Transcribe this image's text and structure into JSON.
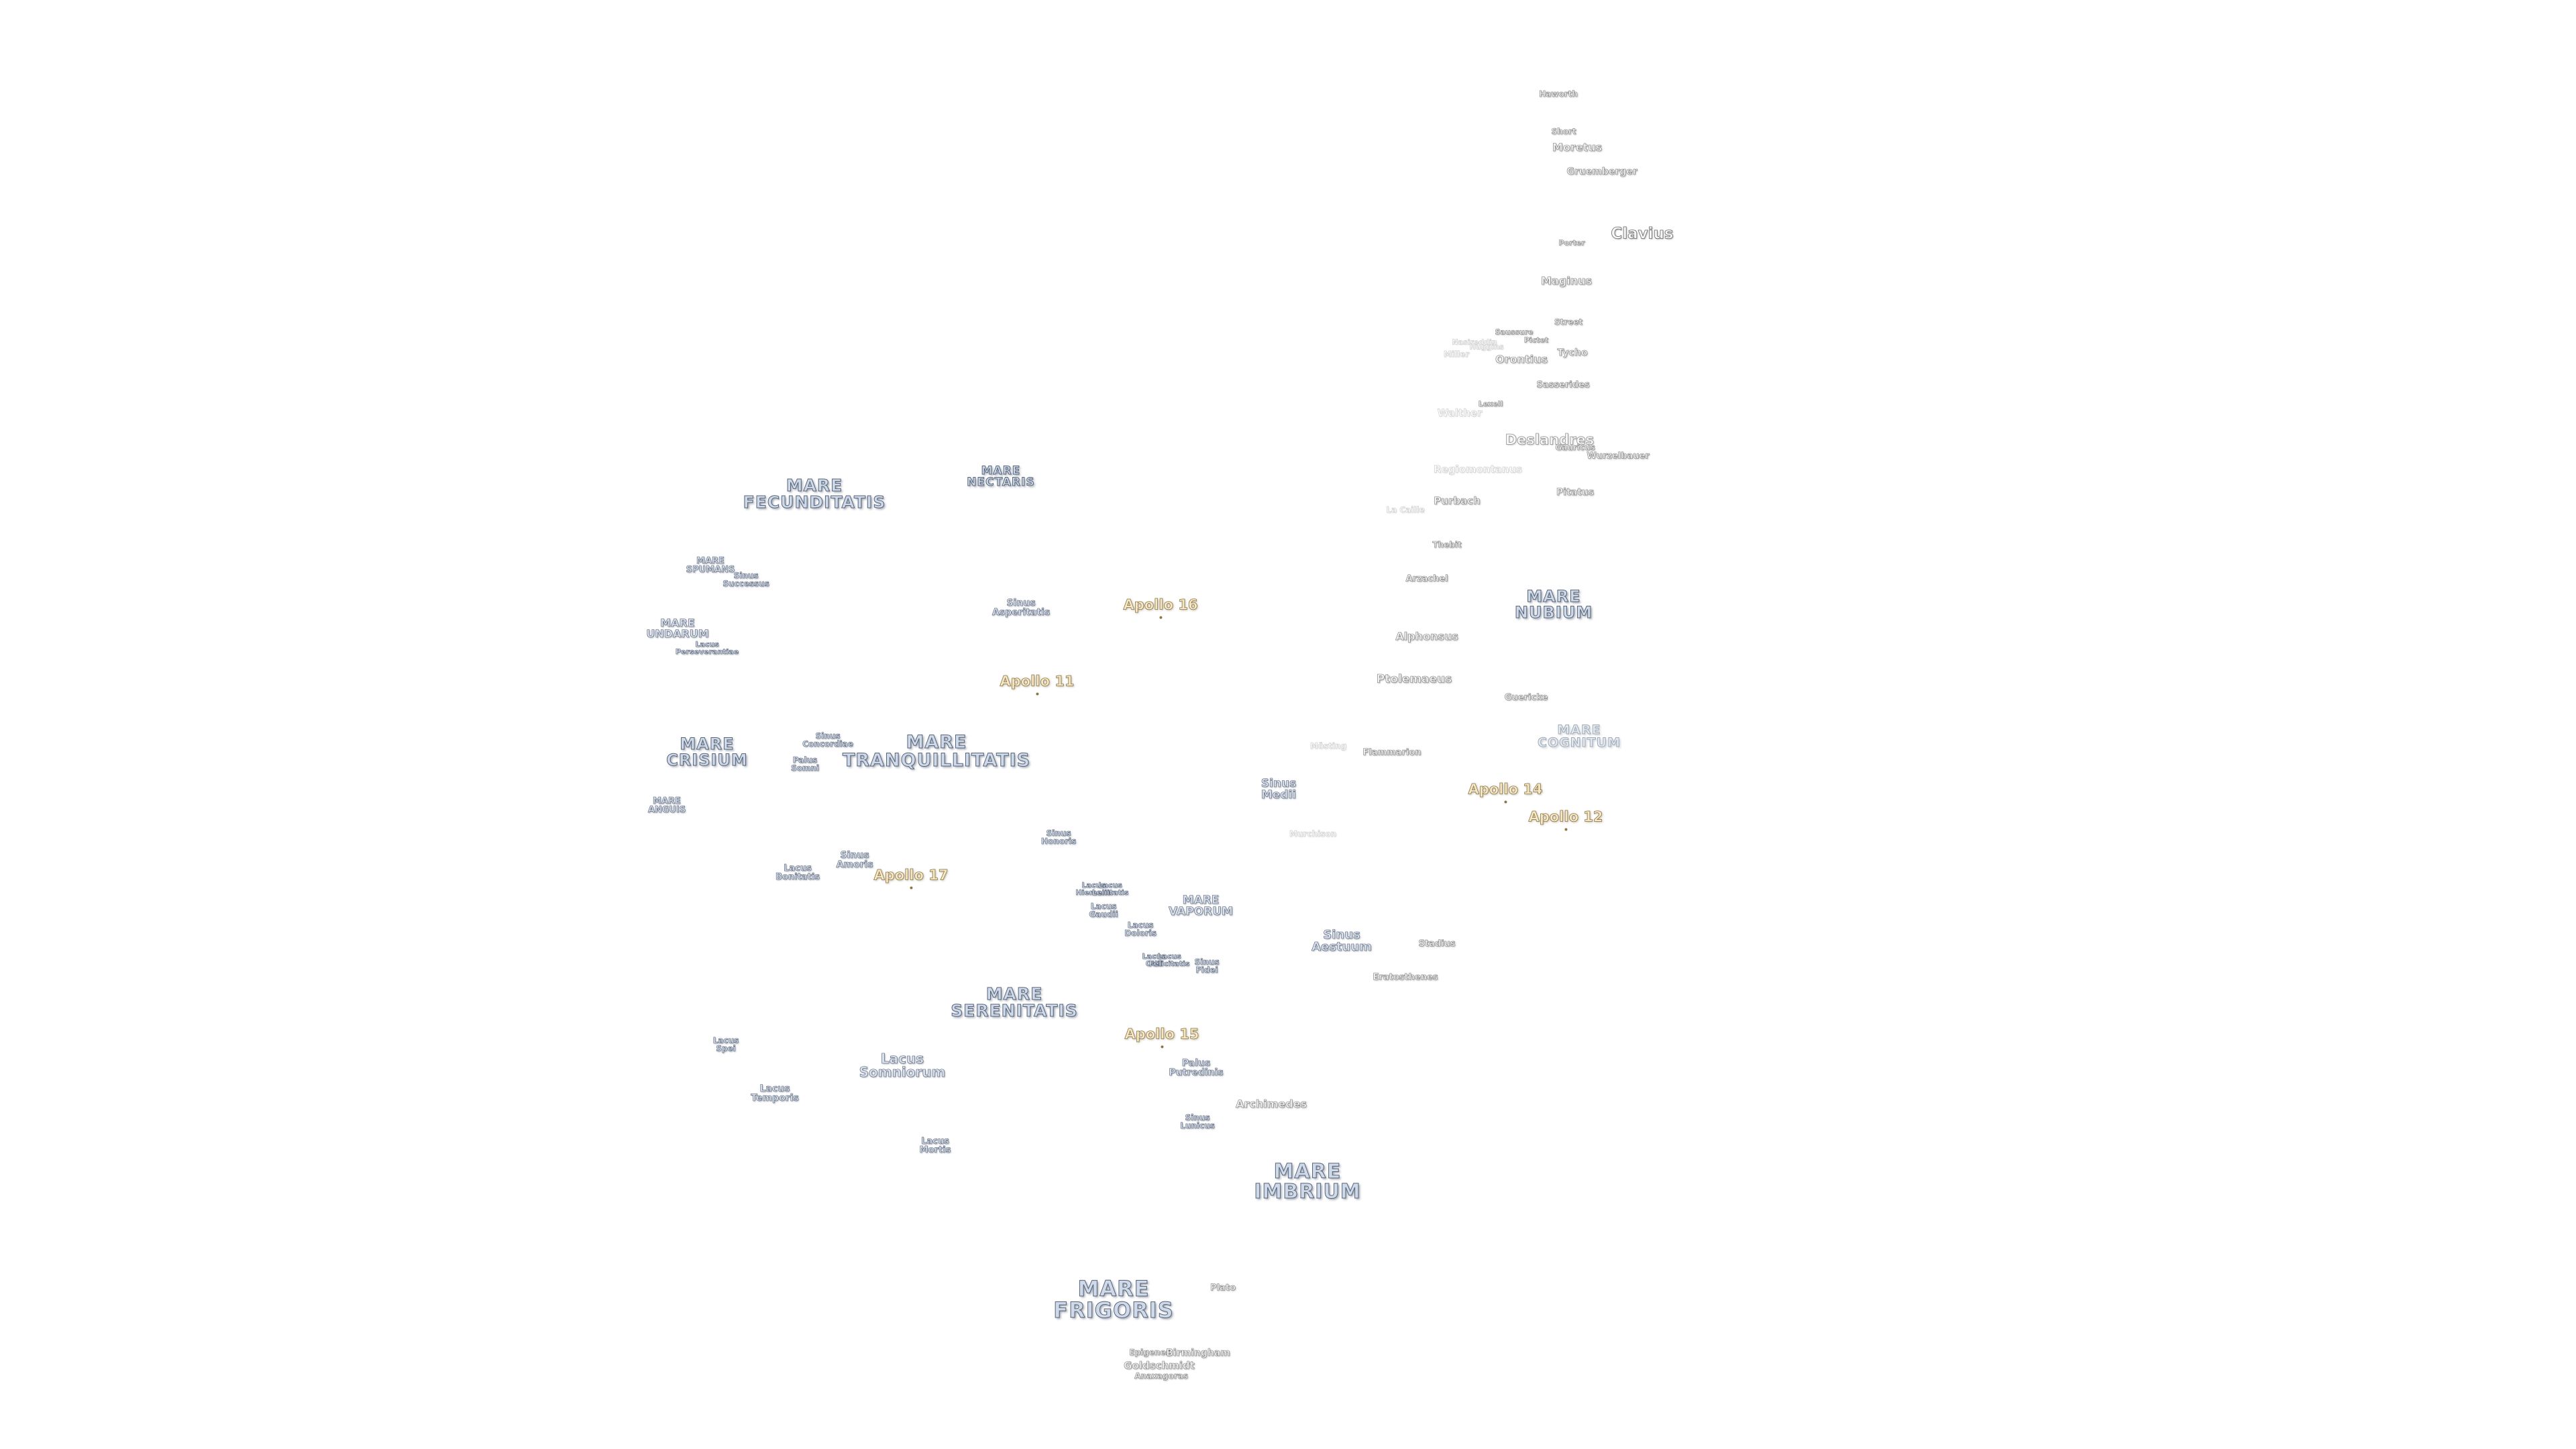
{
  "labels": [
    {
      "id": "mare-frigoris",
      "text": "MARE\nFRIGORIS",
      "kind": "mare"
    },
    {
      "id": "mare-imbrium",
      "text": "MARE\nIMBRIUM",
      "kind": "mare"
    },
    {
      "id": "mare-serenitatis",
      "text": "MARE\nSERENITATIS",
      "kind": "mare"
    },
    {
      "id": "mare-tranquillitatis",
      "text": "MARE\nTRANQUILLITATIS",
      "kind": "mare"
    },
    {
      "id": "mare-fecunditatis",
      "text": "MARE\nFECUNDITATIS",
      "kind": "mare"
    },
    {
      "id": "mare-nectaris",
      "text": "MARE\nNECTARIS",
      "kind": "mare"
    },
    {
      "id": "mare-crisium",
      "text": "MARE\nCRISIUM",
      "kind": "mare"
    },
    {
      "id": "mare-nubium",
      "text": "MARE\nNUBIUM",
      "kind": "mare"
    },
    {
      "id": "mare-cognitum",
      "text": "MARE\nCOGNITUM",
      "kind": "mare-faint"
    },
    {
      "id": "mare-vaporum",
      "text": "MARE\nVAPORUM",
      "kind": "minor"
    },
    {
      "id": "mare-spumans",
      "text": "MARE\nSPUMANS",
      "kind": "minor"
    },
    {
      "id": "mare-undarum",
      "text": "MARE\nUNDARUM",
      "kind": "minor"
    },
    {
      "id": "mare-anguis",
      "text": "MARE\nANGUIS",
      "kind": "minor"
    },
    {
      "id": "sinus-successus",
      "text": "Sinus\nSuccessus",
      "kind": "minor"
    },
    {
      "id": "lacus-perseverantiae",
      "text": "Lacus\nPerseverantiae",
      "kind": "minor"
    },
    {
      "id": "sinus-concordiae",
      "text": "Sinus\nConcordiae",
      "kind": "minor"
    },
    {
      "id": "palus-somni",
      "text": "Palus\nSomni",
      "kind": "minor"
    },
    {
      "id": "sinus-asperitatis",
      "text": "Sinus\nAsperitatis",
      "kind": "minor"
    },
    {
      "id": "sinus-medii",
      "text": "Sinus\nMedii",
      "kind": "minor"
    },
    {
      "id": "sinus-honoris",
      "text": "Sinus\nHonoris",
      "kind": "minor"
    },
    {
      "id": "sinus-amoris",
      "text": "Sinus\nAmoris",
      "kind": "minor"
    },
    {
      "id": "lacus-bonitatis",
      "text": "Lacus\nBonitatis",
      "kind": "minor"
    },
    {
      "id": "lacus-hiemalis",
      "text": "Lacus\nHiemalis",
      "kind": "minor"
    },
    {
      "id": "lacus-lenitatis",
      "text": "Lacus\nLenitatis",
      "kind": "minor"
    },
    {
      "id": "lacus-gaudii",
      "text": "Lacus\nGaudii",
      "kind": "minor"
    },
    {
      "id": "lacus-doloris",
      "text": "Lacus\nDoloris",
      "kind": "minor"
    },
    {
      "id": "lacus-odii",
      "text": "Lacus\nOdii",
      "kind": "minor"
    },
    {
      "id": "lacus-felicitatis",
      "text": "Lacus\nFelicitatis",
      "kind": "minor"
    },
    {
      "id": "sinus-fidei",
      "text": "Sinus\nFidei",
      "kind": "minor"
    },
    {
      "id": "sinus-aestuum",
      "text": "Sinus\nAestuum",
      "kind": "minor"
    },
    {
      "id": "lacus-spei",
      "text": "Lacus\nSpei",
      "kind": "minor"
    },
    {
      "id": "lacus-somniorum",
      "text": "Lacus\nSomniorum",
      "kind": "minor"
    },
    {
      "id": "lacus-temporis",
      "text": "Lacus\nTemporis",
      "kind": "minor"
    },
    {
      "id": "palus-putredinis",
      "text": "Palus\nPutredinis",
      "kind": "minor"
    },
    {
      "id": "sinus-lunicus",
      "text": "Sinus\nLunicus",
      "kind": "minor"
    },
    {
      "id": "lacus-mortis",
      "text": "Lacus\nMortis",
      "kind": "minor"
    },
    {
      "id": "apollo-11",
      "text": "Apollo 11",
      "kind": "apollo"
    },
    {
      "id": "apollo-12",
      "text": "Apollo 12",
      "kind": "apollo"
    },
    {
      "id": "apollo-14",
      "text": "Apollo 14",
      "kind": "apollo"
    },
    {
      "id": "apollo-15",
      "text": "Apollo 15",
      "kind": "apollo"
    },
    {
      "id": "apollo-16",
      "text": "Apollo 16",
      "kind": "apollo"
    },
    {
      "id": "apollo-17",
      "text": "Apollo 17",
      "kind": "apollo"
    },
    {
      "id": "hesiodus-haworth",
      "text": "Haworth",
      "kind": "crater"
    },
    {
      "id": "short",
      "text": "Short",
      "kind": "crater"
    },
    {
      "id": "moretus",
      "text": "Moretus",
      "kind": "crater"
    },
    {
      "id": "gruemberger",
      "text": "Gruemberger",
      "kind": "crater"
    },
    {
      "id": "clavius",
      "text": "Clavius",
      "kind": "crater-major"
    },
    {
      "id": "porter",
      "text": "Porter",
      "kind": "crater"
    },
    {
      "id": "maginus",
      "text": "Maginus",
      "kind": "crater"
    },
    {
      "id": "street",
      "text": "Street",
      "kind": "crater"
    },
    {
      "id": "saussure",
      "text": "Saussure",
      "kind": "crater"
    },
    {
      "id": "pictet",
      "text": "Pictet",
      "kind": "crater"
    },
    {
      "id": "nasireddin",
      "text": "Nasireddin",
      "kind": "crater-faint"
    },
    {
      "id": "huggins",
      "text": "Huggins",
      "kind": "crater-faint"
    },
    {
      "id": "miller",
      "text": "Miller",
      "kind": "crater-faint"
    },
    {
      "id": "orontius",
      "text": "Orontius",
      "kind": "crater"
    },
    {
      "id": "tycho",
      "text": "Tycho",
      "kind": "crater"
    },
    {
      "id": "sasserides",
      "text": "Sasserides",
      "kind": "crater"
    },
    {
      "id": "lexell",
      "text": "Lexell",
      "kind": "crater"
    },
    {
      "id": "walther",
      "text": "Walther",
      "kind": "crater-faint"
    },
    {
      "id": "deslandres",
      "text": "Deslandres",
      "kind": "crater-major"
    },
    {
      "id": "gauricus",
      "text": "Gauricus",
      "kind": "crater"
    },
    {
      "id": "wurzelbauer",
      "text": "Wurzelbauer",
      "kind": "crater"
    },
    {
      "id": "regiomontanus",
      "text": "Regiomontanus",
      "kind": "crater-faint"
    },
    {
      "id": "purbach",
      "text": "Purbach",
      "kind": "crater"
    },
    {
      "id": "pitatus",
      "text": "Pitatus",
      "kind": "crater"
    },
    {
      "id": "la-caille",
      "text": "La Caille",
      "kind": "crater-faint"
    },
    {
      "id": "thebit",
      "text": "Thebit",
      "kind": "crater"
    },
    {
      "id": "arzachel",
      "text": "Arzachel",
      "kind": "crater"
    },
    {
      "id": "alphonsus",
      "text": "Alphonsus",
      "kind": "crater"
    },
    {
      "id": "ptolemaeus",
      "text": "Ptolemaeus",
      "kind": "crater"
    },
    {
      "id": "guericke",
      "text": "Guericke",
      "kind": "crater"
    },
    {
      "id": "mosting",
      "text": "Mösting",
      "kind": "crater-faint"
    },
    {
      "id": "flammarion",
      "text": "Flammarion",
      "kind": "crater"
    },
    {
      "id": "murchison",
      "text": "Murchison",
      "kind": "crater-faint"
    },
    {
      "id": "stadius",
      "text": "Stadius",
      "kind": "crater"
    },
    {
      "id": "eratosthenes",
      "text": "Eratosthenes",
      "kind": "crater"
    },
    {
      "id": "archimedes",
      "text": "Archimedes",
      "kind": "crater"
    },
    {
      "id": "plato",
      "text": "Plato",
      "kind": "crater"
    },
    {
      "id": "epigenes",
      "text": "Epigenes",
      "kind": "crater"
    },
    {
      "id": "birmingham",
      "text": "Birmingham",
      "kind": "crater"
    },
    {
      "id": "goldschmidt",
      "text": "Goldschmidt",
      "kind": "crater"
    },
    {
      "id": "anaxagoras",
      "text": "Anaxagoras",
      "kind": "crater"
    }
  ]
}
